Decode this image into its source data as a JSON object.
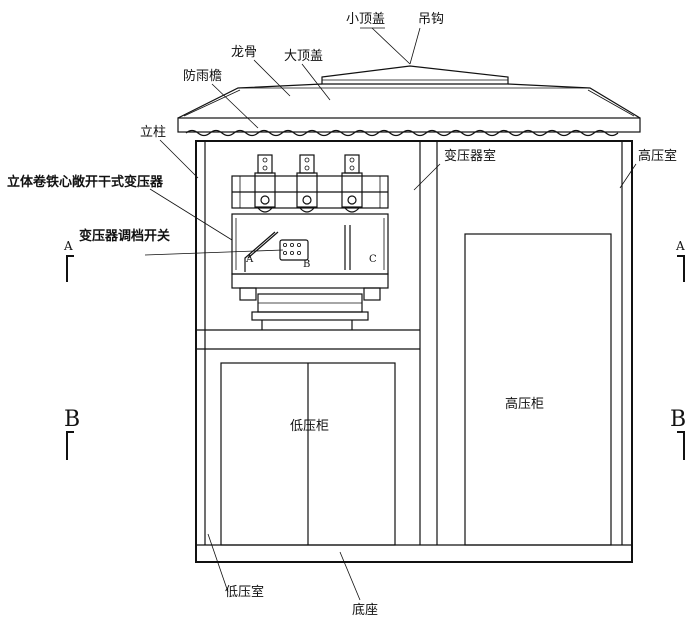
{
  "labels": {
    "small_top_cover": "小顶盖",
    "hook": "吊钩",
    "keel": "龙骨",
    "big_top_cover": "大顶盖",
    "rain_eave": "防雨檐",
    "column": "立柱",
    "transformer_room": "变压器室",
    "high_voltage_room": "高压室",
    "transformer": "立体卷铁心敞开干式变压器",
    "tap_switch": "变压器调档开关",
    "high_voltage_cabinet": "高压柜",
    "low_voltage_cabinet": "低压柜",
    "low_voltage_room": "低压室",
    "base": "底座"
  },
  "section_marks": {
    "a_left": "A",
    "a_right": "A",
    "b_left": "B",
    "b_right": "B"
  },
  "phases": {
    "a": "A",
    "b": "B",
    "c": "C"
  }
}
